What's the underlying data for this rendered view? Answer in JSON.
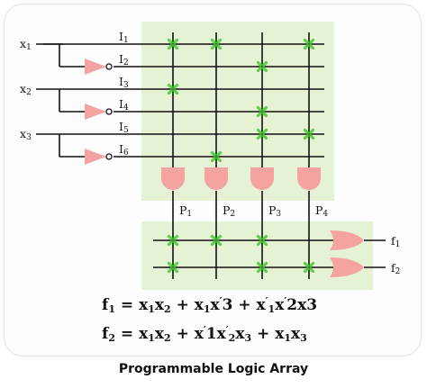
{
  "colors": {
    "and_plane": "#e5f2d4",
    "or_plane": "#e5f2d4",
    "wire": "#111111",
    "gate": "#f4a3a0",
    "connection": "#5bd14a"
  },
  "inputs": [
    {
      "name": "x1",
      "sub": "1"
    },
    {
      "name": "x2",
      "sub": "2"
    },
    {
      "name": "x3",
      "sub": "3"
    }
  ],
  "input_line_labels": [
    {
      "base": "I",
      "sub": "1"
    },
    {
      "base": "I",
      "sub": "2"
    },
    {
      "base": "I",
      "sub": "3"
    },
    {
      "base": "I",
      "sub": "4"
    },
    {
      "base": "I",
      "sub": "5"
    },
    {
      "base": "I",
      "sub": "6"
    }
  ],
  "product_terms": [
    {
      "base": "P",
      "sub": "1"
    },
    {
      "base": "P",
      "sub": "2"
    },
    {
      "base": "P",
      "sub": "3"
    },
    {
      "base": "P",
      "sub": "4"
    }
  ],
  "outputs": [
    "f1",
    "f2"
  ],
  "and_connections": [
    {
      "line": 1,
      "product": 1
    },
    {
      "line": 1,
      "product": 2
    },
    {
      "line": 1,
      "product": 4
    },
    {
      "line": 2,
      "product": 3
    },
    {
      "line": 3,
      "product": 1
    },
    {
      "line": 4,
      "product": 3
    },
    {
      "line": 5,
      "product": 3
    },
    {
      "line": 5,
      "product": 4
    },
    {
      "line": 6,
      "product": 2
    }
  ],
  "or_connections": [
    {
      "output": 1,
      "product": 1
    },
    {
      "output": 1,
      "product": 2
    },
    {
      "output": 1,
      "product": 3
    },
    {
      "output": 2,
      "product": 1
    },
    {
      "output": 2,
      "product": 3
    },
    {
      "output": 2,
      "product": 4
    }
  ],
  "equations": {
    "f1": [
      "f",
      "1",
      " = x",
      "1",
      "x",
      "2",
      " + x",
      "1",
      "x",
      "'",
      "3",
      " + x",
      "'",
      "1",
      "x",
      "'",
      "2",
      "x",
      "3"
    ],
    "f2": [
      "f",
      "2",
      " = x",
      "1",
      "x",
      "2",
      " + x",
      "'",
      "1",
      "x",
      "'",
      "2",
      "x",
      "3",
      " + x",
      "1",
      "x",
      "3"
    ]
  },
  "title": "Programmable Logic Array"
}
